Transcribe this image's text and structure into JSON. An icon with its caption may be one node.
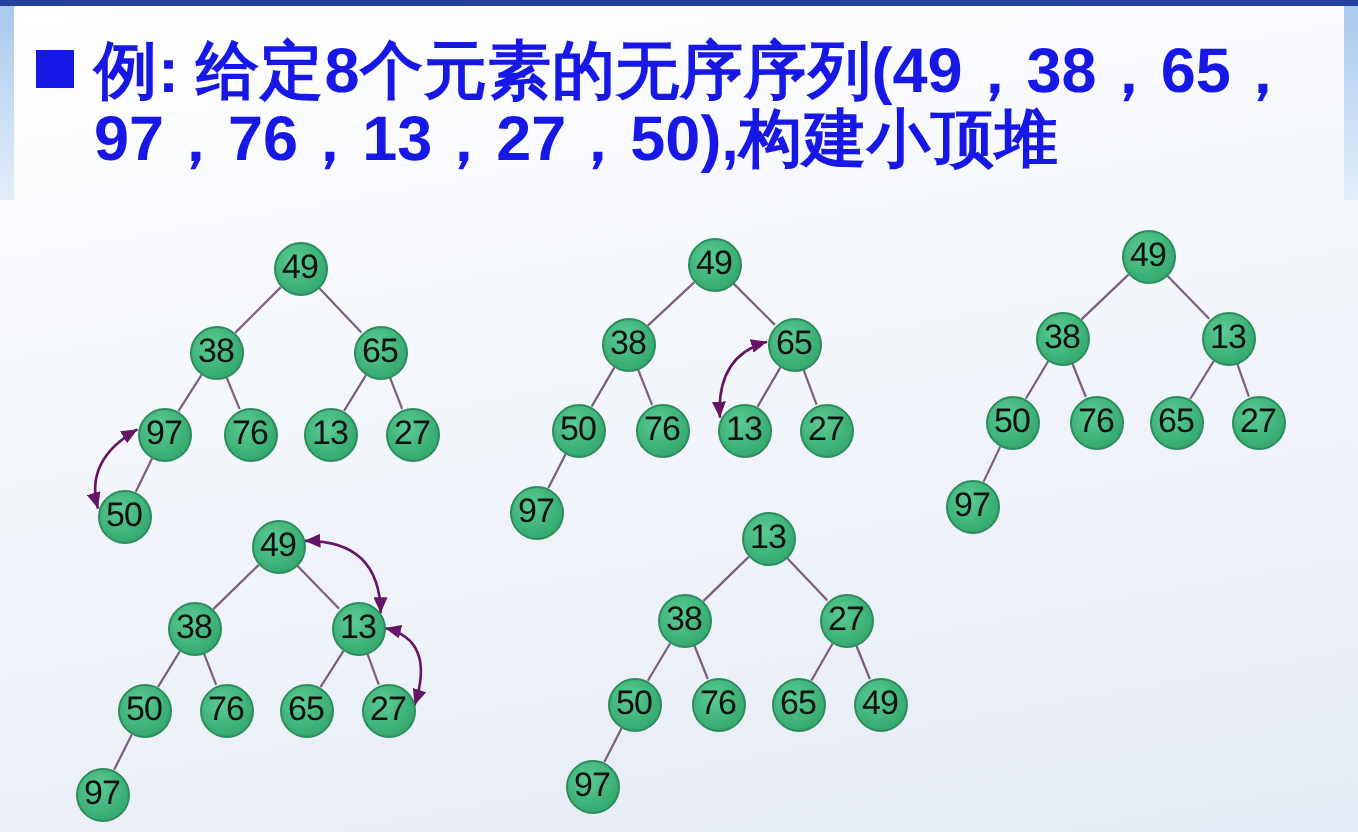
{
  "diagram": {
    "title": "例: 给定8个元素的无序序列(49，38，65，97，76，13，27，50),构建小顶堆",
    "nodes": [
      {
        "text": [
          "49"
        ]
      },
      {
        "text": [
          "38"
        ]
      },
      {
        "text": [
          "65"
        ]
      },
      {
        "text": [
          "97"
        ]
      },
      {
        "text": [
          "76"
        ]
      },
      {
        "text": [
          "13"
        ]
      },
      {
        "text": [
          "27"
        ]
      },
      {
        "text": [
          "50"
        ]
      },
      {
        "text": [
          "49"
        ]
      },
      {
        "text": [
          "38"
        ]
      },
      {
        "text": [
          "65"
        ]
      },
      {
        "text": [
          "50"
        ]
      },
      {
        "text": [
          "76"
        ]
      },
      {
        "text": [
          "13"
        ]
      },
      {
        "text": [
          "27"
        ]
      },
      {
        "text": [
          "97"
        ]
      },
      {
        "text": [
          "49"
        ]
      },
      {
        "text": [
          "38"
        ]
      },
      {
        "text": [
          "13"
        ]
      },
      {
        "text": [
          "50"
        ]
      },
      {
        "text": [
          "76"
        ]
      },
      {
        "text": [
          "65"
        ]
      },
      {
        "text": [
          "27"
        ]
      },
      {
        "text": [
          "97"
        ]
      },
      {
        "text": [
          "49"
        ]
      },
      {
        "text": [
          "38"
        ]
      },
      {
        "text": [
          "13"
        ]
      },
      {
        "text": [
          "50"
        ]
      },
      {
        "text": [
          "76"
        ]
      },
      {
        "text": [
          "65"
        ]
      },
      {
        "text": [
          "27"
        ]
      },
      {
        "text": [
          "97"
        ]
      },
      {
        "text": [
          "13"
        ]
      },
      {
        "text": [
          "38"
        ]
      },
      {
        "text": [
          "27"
        ]
      },
      {
        "text": [
          "50"
        ]
      },
      {
        "text": [
          "76"
        ]
      },
      {
        "text": [
          "65"
        ]
      },
      {
        "text": [
          "49"
        ]
      },
      {
        "text": [
          "97"
        ]
      }
    ],
    "edges": [
      {
        "from": 0,
        "to": 1,
        "arrow": "none"
      },
      {
        "from": 0,
        "to": 2,
        "arrow": "none"
      },
      {
        "from": 1,
        "to": 3,
        "arrow": "none"
      },
      {
        "from": 1,
        "to": 4,
        "arrow": "none"
      },
      {
        "from": 2,
        "to": 5,
        "arrow": "none"
      },
      {
        "from": 2,
        "to": 6,
        "arrow": "none"
      },
      {
        "from": 3,
        "to": 7,
        "arrow": "none"
      },
      {
        "from": 7,
        "to": 3,
        "arrow": "both",
        "color": "#661466"
      },
      {
        "from": 8,
        "to": 9,
        "arrow": "none"
      },
      {
        "from": 8,
        "to": 10,
        "arrow": "none"
      },
      {
        "from": 9,
        "to": 11,
        "arrow": "none"
      },
      {
        "from": 9,
        "to": 12,
        "arrow": "none"
      },
      {
        "from": 10,
        "to": 13,
        "arrow": "none"
      },
      {
        "from": 10,
        "to": 14,
        "arrow": "none"
      },
      {
        "from": 11,
        "to": 15,
        "arrow": "none"
      },
      {
        "from": 13,
        "to": 10,
        "arrow": "both",
        "color": "#661466"
      },
      {
        "from": 16,
        "to": 17,
        "arrow": "none"
      },
      {
        "from": 16,
        "to": 18,
        "arrow": "none"
      },
      {
        "from": 17,
        "to": 19,
        "arrow": "none"
      },
      {
        "from": 17,
        "to": 20,
        "arrow": "none"
      },
      {
        "from": 18,
        "to": 21,
        "arrow": "none"
      },
      {
        "from": 18,
        "to": 22,
        "arrow": "none"
      },
      {
        "from": 19,
        "to": 23,
        "arrow": "none"
      },
      {
        "from": 24,
        "to": 25,
        "arrow": "none"
      },
      {
        "from": 24,
        "to": 26,
        "arrow": "none"
      },
      {
        "from": 25,
        "to": 27,
        "arrow": "none"
      },
      {
        "from": 25,
        "to": 28,
        "arrow": "none"
      },
      {
        "from": 26,
        "to": 29,
        "arrow": "none"
      },
      {
        "from": 26,
        "to": 30,
        "arrow": "none"
      },
      {
        "from": 27,
        "to": 31,
        "arrow": "none"
      },
      {
        "from": 24,
        "to": 26,
        "arrow": "both",
        "color": "#661466"
      },
      {
        "from": 26,
        "to": 30,
        "arrow": "both",
        "color": "#661466"
      },
      {
        "from": 32,
        "to": 33,
        "arrow": "none"
      },
      {
        "from": 32,
        "to": 34,
        "arrow": "none"
      },
      {
        "from": 33,
        "to": 35,
        "arrow": "none"
      },
      {
        "from": 33,
        "to": 36,
        "arrow": "none"
      },
      {
        "from": 34,
        "to": 37,
        "arrow": "none"
      },
      {
        "from": 34,
        "to": 38,
        "arrow": "none"
      },
      {
        "from": 35,
        "to": 39,
        "arrow": "none"
      }
    ]
  }
}
